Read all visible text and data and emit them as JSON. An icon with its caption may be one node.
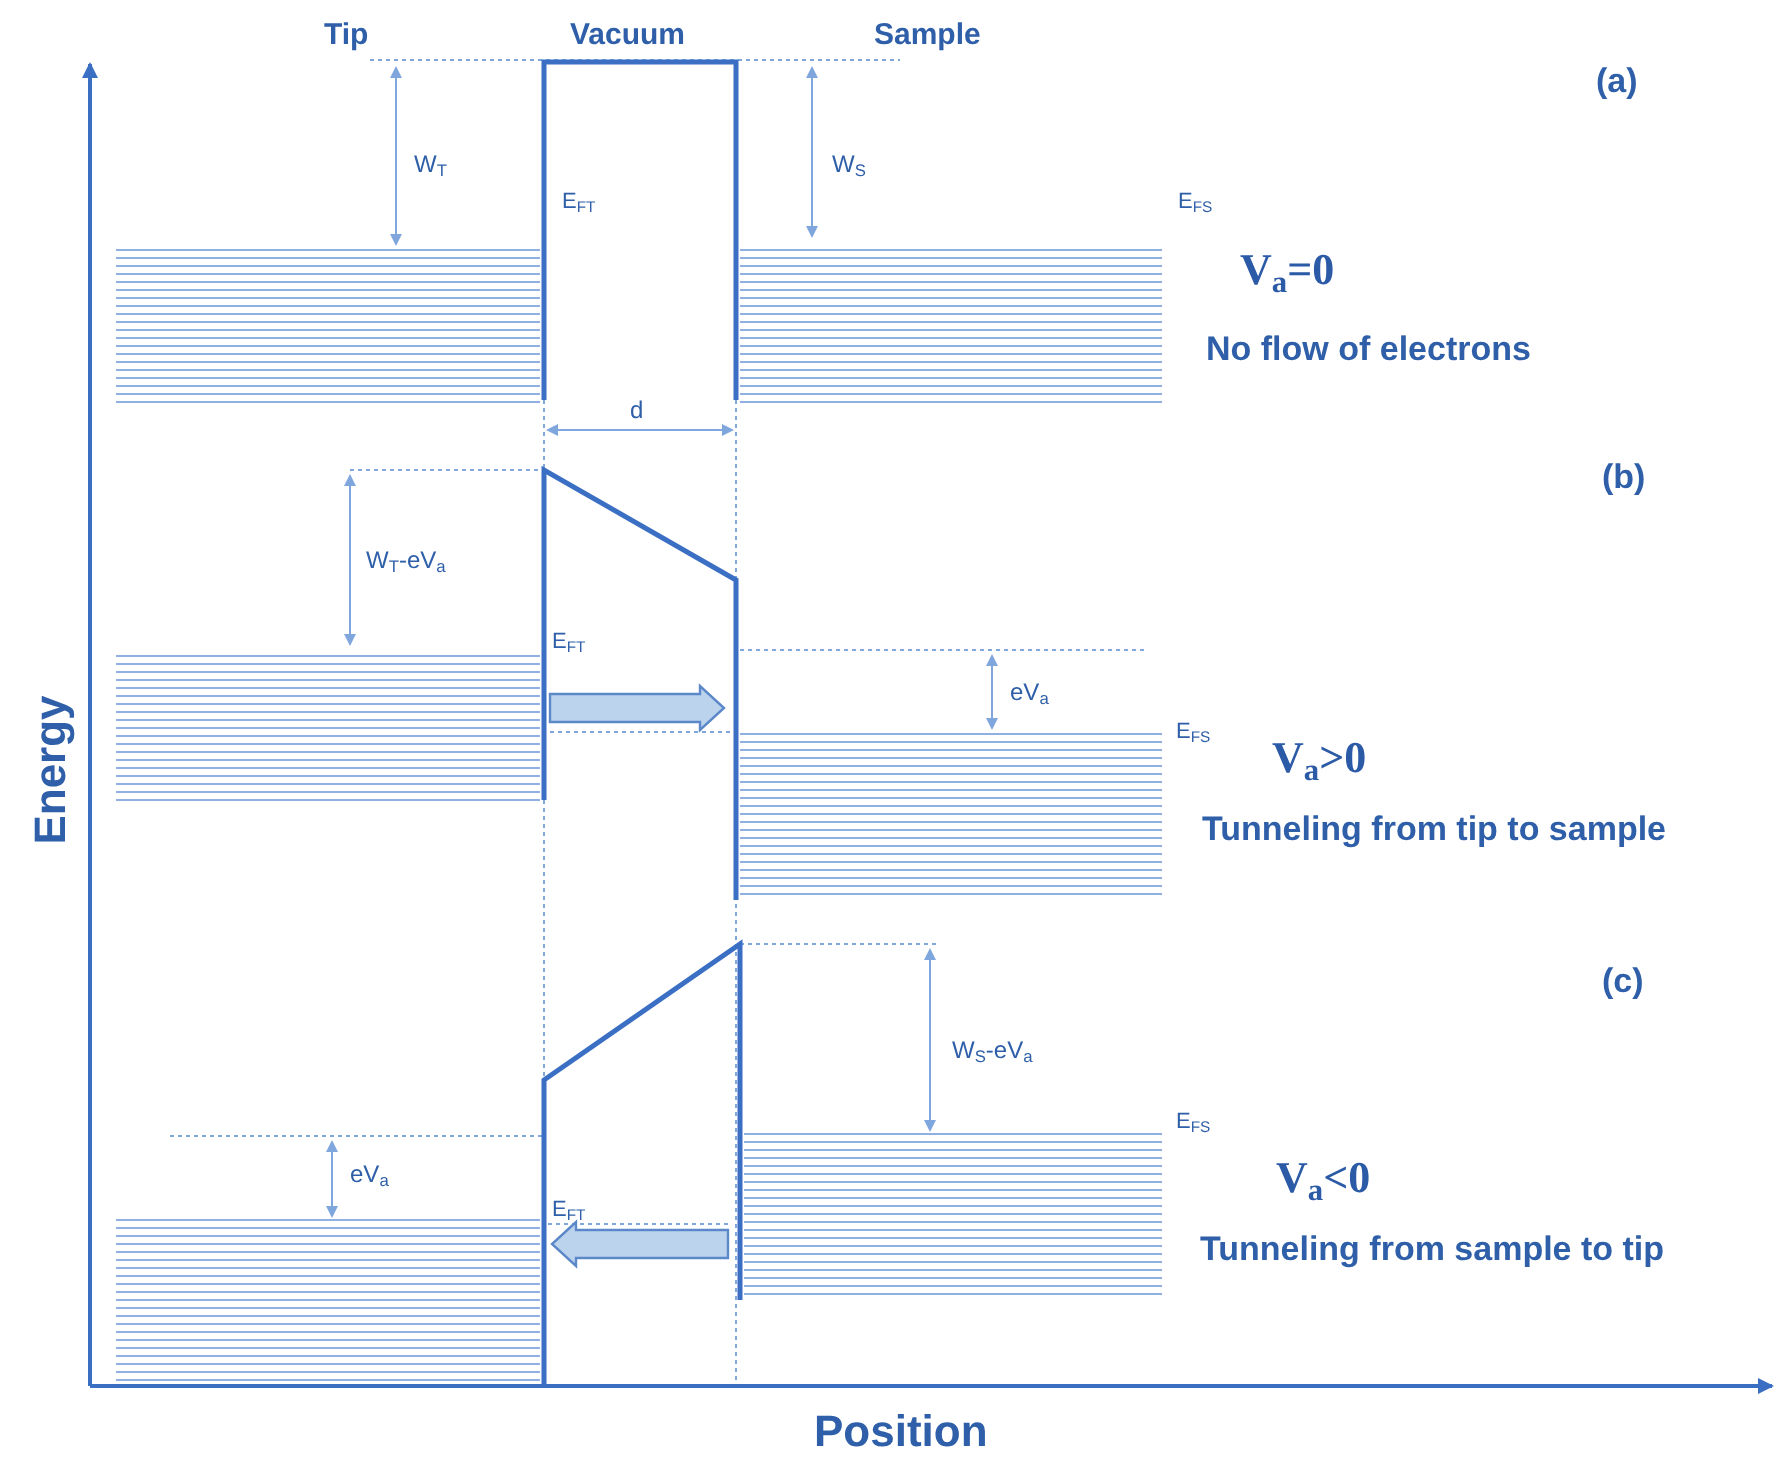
{
  "diagram": {
    "labels": [
      "Tip",
      "Vacuum",
      "Sample",
      "(a)",
      "W$_{T}$",
      "W$_{S}$",
      "E$_{FT}$",
      "E$_{FS}$",
      "V$_{a}$=0",
      "No flow of electrons",
      "d",
      "(b)",
      "W$_{T}$-eV$_{a}$",
      "E$_{FT}$",
      "eV$_{a}$",
      "E$_{FS}$",
      "V$_{a}$>0",
      "Tunneling from tip to sample",
      "(c)",
      "W$_{S}$-eV$_{a}$",
      "E$_{FS}$",
      "eV$_{a}$",
      "V$_{a}$<0",
      "E$_{FT}$",
      "Tunneling from sample to tip",
      "Energy",
      "Position"
    ]
  }
}
